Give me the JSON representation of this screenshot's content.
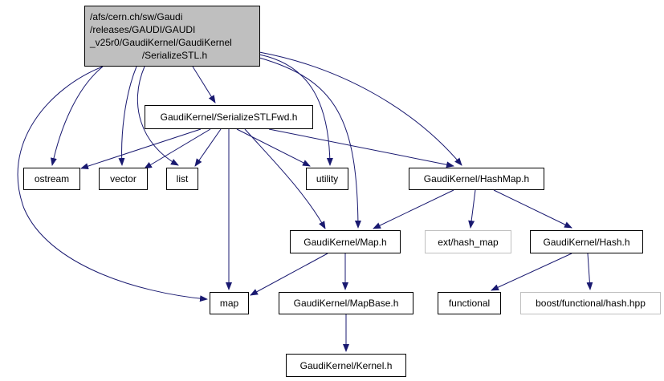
{
  "graph": {
    "edge_color": "#191970",
    "root_fill": "#bfbfbf",
    "missing_border": "#bfbfbf",
    "root": {
      "id": "root",
      "lines": [
        "/afs/cern.ch/sw/Gaudi",
        "/releases/GAUDI/GAUDI",
        "_v25r0/GaudiKernel/GaudiKernel",
        "/SerializeSTL.h"
      ]
    },
    "nodes": [
      {
        "id": "fwd",
        "label": "GaudiKernel/SerializeSTLFwd.h",
        "documented": true
      },
      {
        "id": "ostream",
        "label": "ostream",
        "documented": true
      },
      {
        "id": "vector",
        "label": "vector",
        "documented": true
      },
      {
        "id": "list",
        "label": "list",
        "documented": true
      },
      {
        "id": "utility",
        "label": "utility",
        "documented": true
      },
      {
        "id": "hashmap",
        "label": "GaudiKernel/HashMap.h",
        "documented": true
      },
      {
        "id": "maph",
        "label": "GaudiKernel/Map.h",
        "documented": true
      },
      {
        "id": "exthash",
        "label": "ext/hash_map",
        "documented": false
      },
      {
        "id": "hashh",
        "label": "GaudiKernel/Hash.h",
        "documented": true
      },
      {
        "id": "map",
        "label": "map",
        "documented": true
      },
      {
        "id": "mapbase",
        "label": "GaudiKernel/MapBase.h",
        "documented": true
      },
      {
        "id": "functional",
        "label": "functional",
        "documented": true
      },
      {
        "id": "boosthash",
        "label": "boost/functional/hash.hpp",
        "documented": false
      },
      {
        "id": "kernel",
        "label": "GaudiKernel/Kernel.h",
        "documented": true
      }
    ],
    "edges": [
      [
        "root",
        "fwd"
      ],
      [
        "root",
        "ostream"
      ],
      [
        "root",
        "vector"
      ],
      [
        "root",
        "list"
      ],
      [
        "root",
        "map"
      ],
      [
        "root",
        "utility"
      ],
      [
        "root",
        "maph"
      ],
      [
        "root",
        "hashmap"
      ],
      [
        "fwd",
        "ostream"
      ],
      [
        "fwd",
        "vector"
      ],
      [
        "fwd",
        "list"
      ],
      [
        "fwd",
        "map"
      ],
      [
        "fwd",
        "utility"
      ],
      [
        "fwd",
        "maph"
      ],
      [
        "fwd",
        "hashmap"
      ],
      [
        "hashmap",
        "maph"
      ],
      [
        "hashmap",
        "exthash"
      ],
      [
        "hashmap",
        "hashh"
      ],
      [
        "maph",
        "map"
      ],
      [
        "maph",
        "mapbase"
      ],
      [
        "hashh",
        "functional"
      ],
      [
        "hashh",
        "boosthash"
      ],
      [
        "mapbase",
        "kernel"
      ]
    ]
  }
}
